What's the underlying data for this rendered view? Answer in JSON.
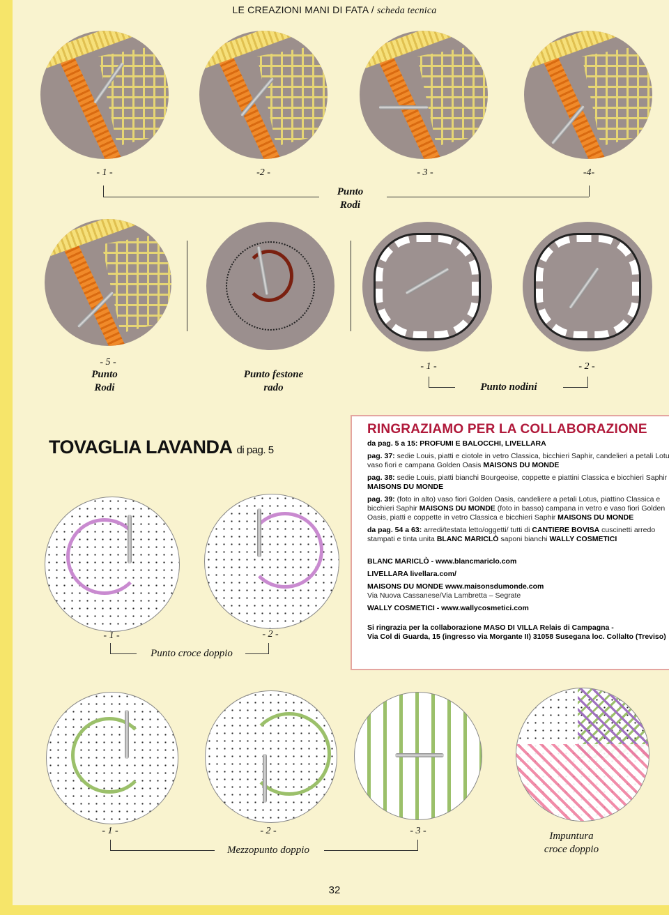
{
  "header": {
    "magazine": "LE CREAZIONI MANI DI FATA",
    "separator": "/",
    "section": "scheda tecnica"
  },
  "punto_rodi": {
    "steps": [
      "- 1 -",
      "-2 -",
      "- 3 -",
      "-4-",
      "- 5 -"
    ],
    "caption": "Punto Rodi",
    "caption_lines": [
      "Punto",
      "Rodi"
    ]
  },
  "punto_festone": {
    "caption_lines": [
      "Punto festone",
      "rado"
    ]
  },
  "punto_nodini": {
    "steps": [
      "- 1 -",
      "- 2 -"
    ],
    "caption": "Punto nodini"
  },
  "tovaglia": {
    "title": "TOVAGLIA LAVANDA",
    "ref": "di pag. 5"
  },
  "croce_doppio": {
    "steps": [
      "- 1 -",
      "- 2 -"
    ],
    "caption": "Punto croce doppio"
  },
  "mezzopunto": {
    "steps": [
      "- 1 -",
      "- 2 -",
      "- 3 -"
    ],
    "caption": "Mezzopunto doppio"
  },
  "impuntura": {
    "caption_lines": [
      "Impuntura",
      "croce doppio"
    ]
  },
  "credits": {
    "title": "RINGRAZIAMO PER LA COLLABORAZIONE",
    "entries": [
      {
        "label": "da pag. 5 a 15: PROFUMI E BALOCCHI, LIVELLARA",
        "text": "",
        "brand": ""
      },
      {
        "label": "pag. 37:",
        "text": " sedie Louis, piatti e ciotole in vetro Classica, bicchieri Saphir, candelieri a petali Lotus, vaso fiori e campana Golden Oasis ",
        "brand": "MAISONS DU MONDE"
      },
      {
        "label": "pag. 38:",
        "text": " sedie Louis, piatti bianchi Bourgeoise, coppette e piattini Classica e bicchieri Saphir ",
        "brand": "MAISONS DU MONDE"
      },
      {
        "label": "pag. 39:",
        "text": " (foto in alto) vaso fiori Golden Oasis, candeliere a petali Lotus, piattino Classica e bicchieri Saphir ",
        "brand": "MAISONS DU MONDE",
        "text2": " (foto in basso) campana in vetro e vaso fiori Golden Oasis, piatti e coppette in vetro Classica e bicchieri Saphir ",
        "brand2": "MAISONS DU MONDE"
      },
      {
        "label": "da pag. 54 a 63:",
        "text": " arredi/testata letto/oggetti/ tutti di ",
        "brand": "CANTIERE BOVISA",
        "text2": " cuscinetti arredo stampati e tinta unita ",
        "brand2": "BLANC MARICLÒ",
        "text3": " saponi bianchi ",
        "brand3": "WALLY COSMETICI"
      }
    ],
    "contacts": [
      {
        "name": "BLANC MARICLÒ - www.blancmariclo.com"
      },
      {
        "name": "LIVELLARA livellara.com/"
      },
      {
        "name": "MAISONS DU MONDE www.maisonsdumonde.com",
        "address": "Via Nuova Cassanese/Via Lambretta – Segrate"
      },
      {
        "name": "WALLY COSMETICI - www.wallycosmetici.com"
      }
    ],
    "thanks": [
      "Si ringrazia per la collaborazione MASO DI VILLA Relais di Campagna -",
      "Via Col di Guarda, 15 (ingresso via Morgante II) 31058 Susegana loc. Collalto (Treviso)"
    ]
  },
  "page_number": "32",
  "colors": {
    "credits_title": "#b0193a",
    "strip": "#f6e56a",
    "lavender": "#c98ad0",
    "green": "#9bc06a"
  }
}
